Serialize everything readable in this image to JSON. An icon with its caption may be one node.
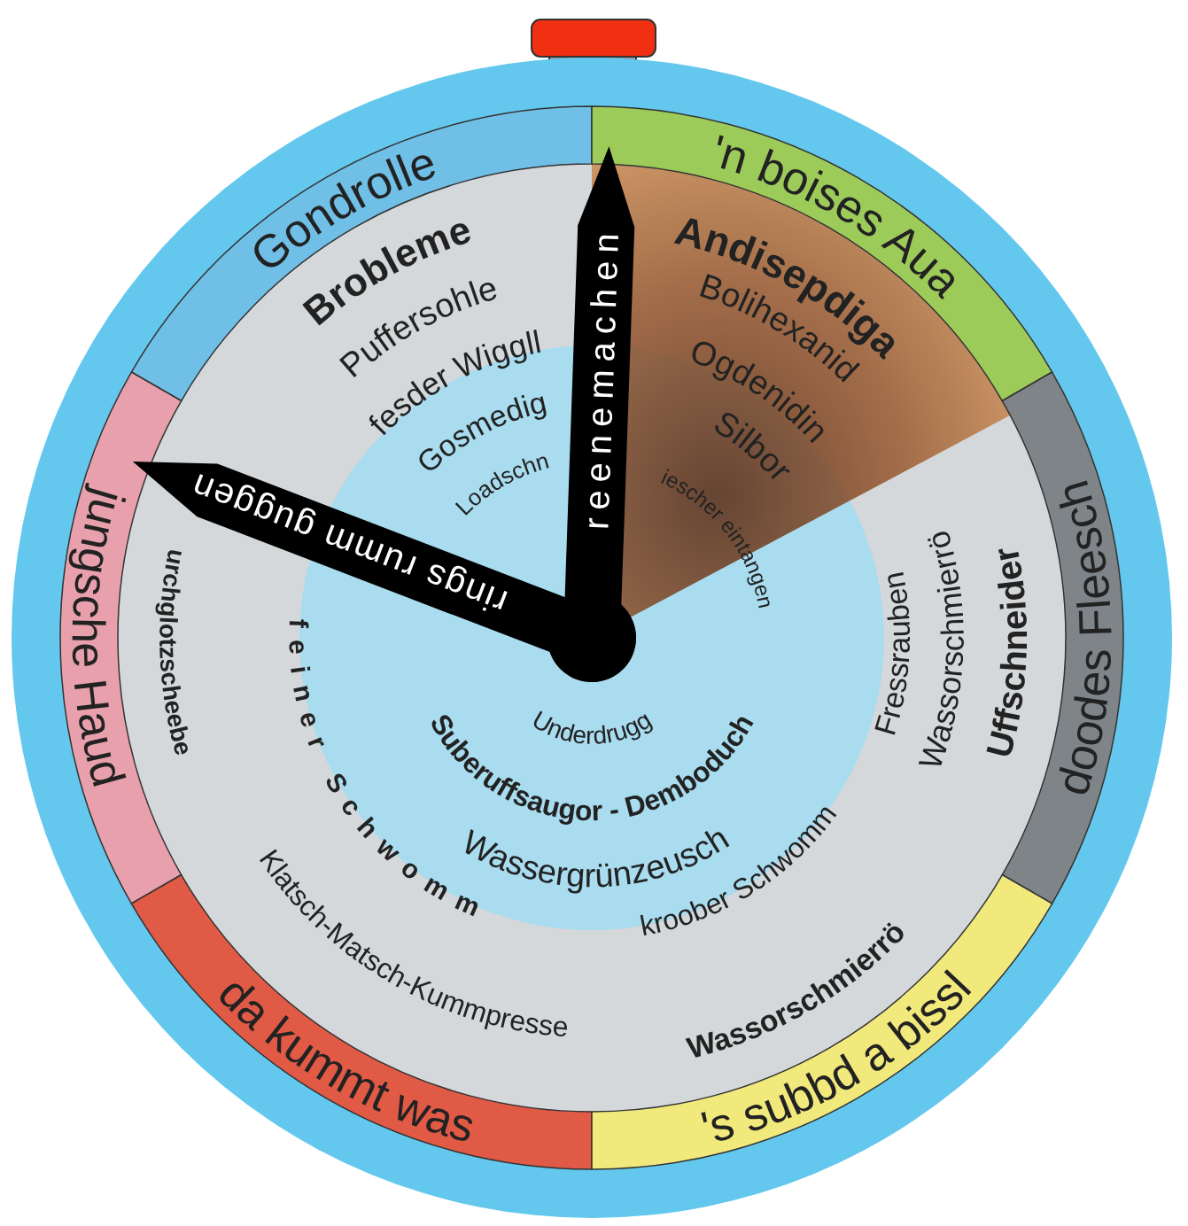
{
  "diagram": {
    "nodes": [
      {
        "text": [
          "Gondrolle"
        ]
      },
      {
        "text": [
          "'n boises Aua"
        ]
      },
      {
        "text": [
          "jungsche Haud"
        ]
      },
      {
        "text": [
          "doodes Fleesch"
        ]
      },
      {
        "text": [
          "da kummt was"
        ]
      },
      {
        "text": [
          "'s subbd a bissl"
        ]
      },
      {
        "text": [
          "reenemachen"
        ]
      },
      {
        "text": [
          "rings rumm guggen"
        ]
      }
    ],
    "labels": [
      "Brobleme",
      "Andisepdiga",
      "Puffersohle",
      "Bolihexanid",
      "fesder Wiggll",
      "Ogdenidin",
      "Gosmedig",
      "Silbor",
      "Loadschn",
      "iescher eintangen",
      "Uffschneider",
      "Wassorschmierrö",
      "Fressrauben",
      "urchglotzscheebe",
      "feiner Schwomm",
      "Underdrugg",
      "Suberuffsaugor - Demboduch",
      "Wassergrünzeusch",
      "kroober Schwomm",
      "Klatsch-Matsch-Kummpresse",
      "Wassorschmierrö"
    ]
  }
}
